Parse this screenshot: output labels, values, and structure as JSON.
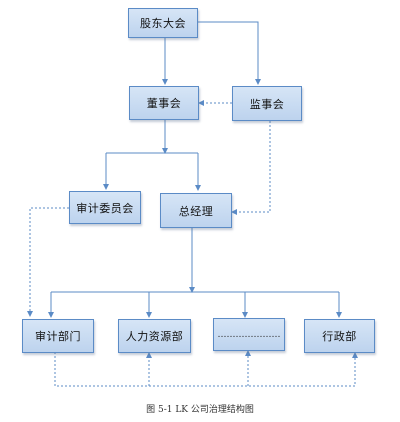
{
  "nodes": {
    "shareholders": "股东大会",
    "board": "董事会",
    "supervisors": "监事会",
    "audit_committee": "审计委员会",
    "general_manager": "总经理",
    "audit_dept": "审计部门",
    "hr_dept": "人力资源部",
    "ellipsis_dept": "…………………",
    "admin_dept": "行政部"
  },
  "caption": "图 5-1 LK 公司治理结构图",
  "colors": {
    "box_fill_top": "#d6e5f6",
    "box_fill_bottom": "#bdd3ee",
    "box_border": "#5b8bc6",
    "connector": "#5b8bc6"
  }
}
